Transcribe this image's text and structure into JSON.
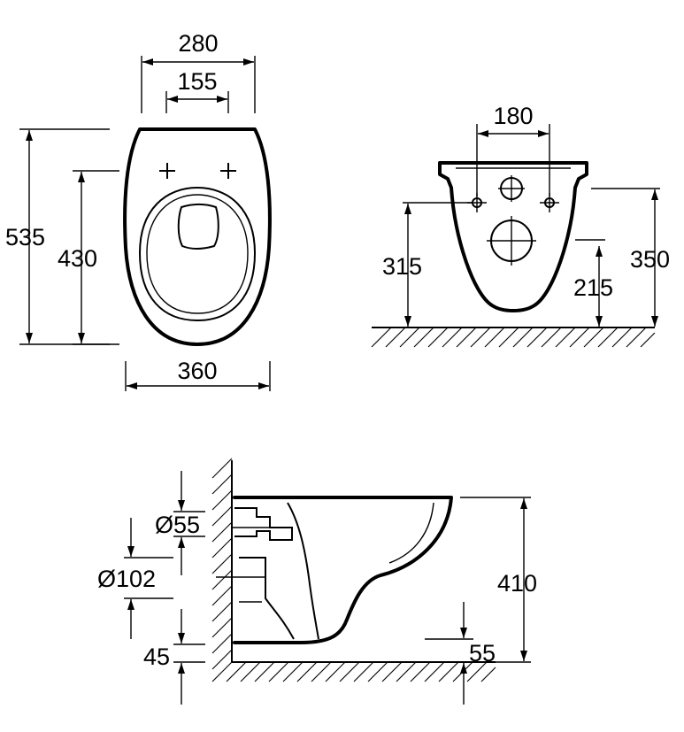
{
  "colors": {
    "ink": "#000000",
    "paper": "#ffffff"
  },
  "top_view": {
    "dim_width_outer": "280",
    "dim_fixing_spacing": "155",
    "dim_total_length": "535",
    "dim_seat_length": "430",
    "dim_total_width": "360"
  },
  "rear_view": {
    "dim_fixing_spacing": "180",
    "dim_fixing_height": "315",
    "dim_outlet_height": "215",
    "dim_total_height": "350"
  },
  "side_view": {
    "dim_inlet_diameter": "Ø55",
    "dim_outlet_diameter": "Ø102",
    "dim_floor_clearance": "45",
    "dim_rim_offset": "55",
    "dim_bowl_height": "410"
  }
}
